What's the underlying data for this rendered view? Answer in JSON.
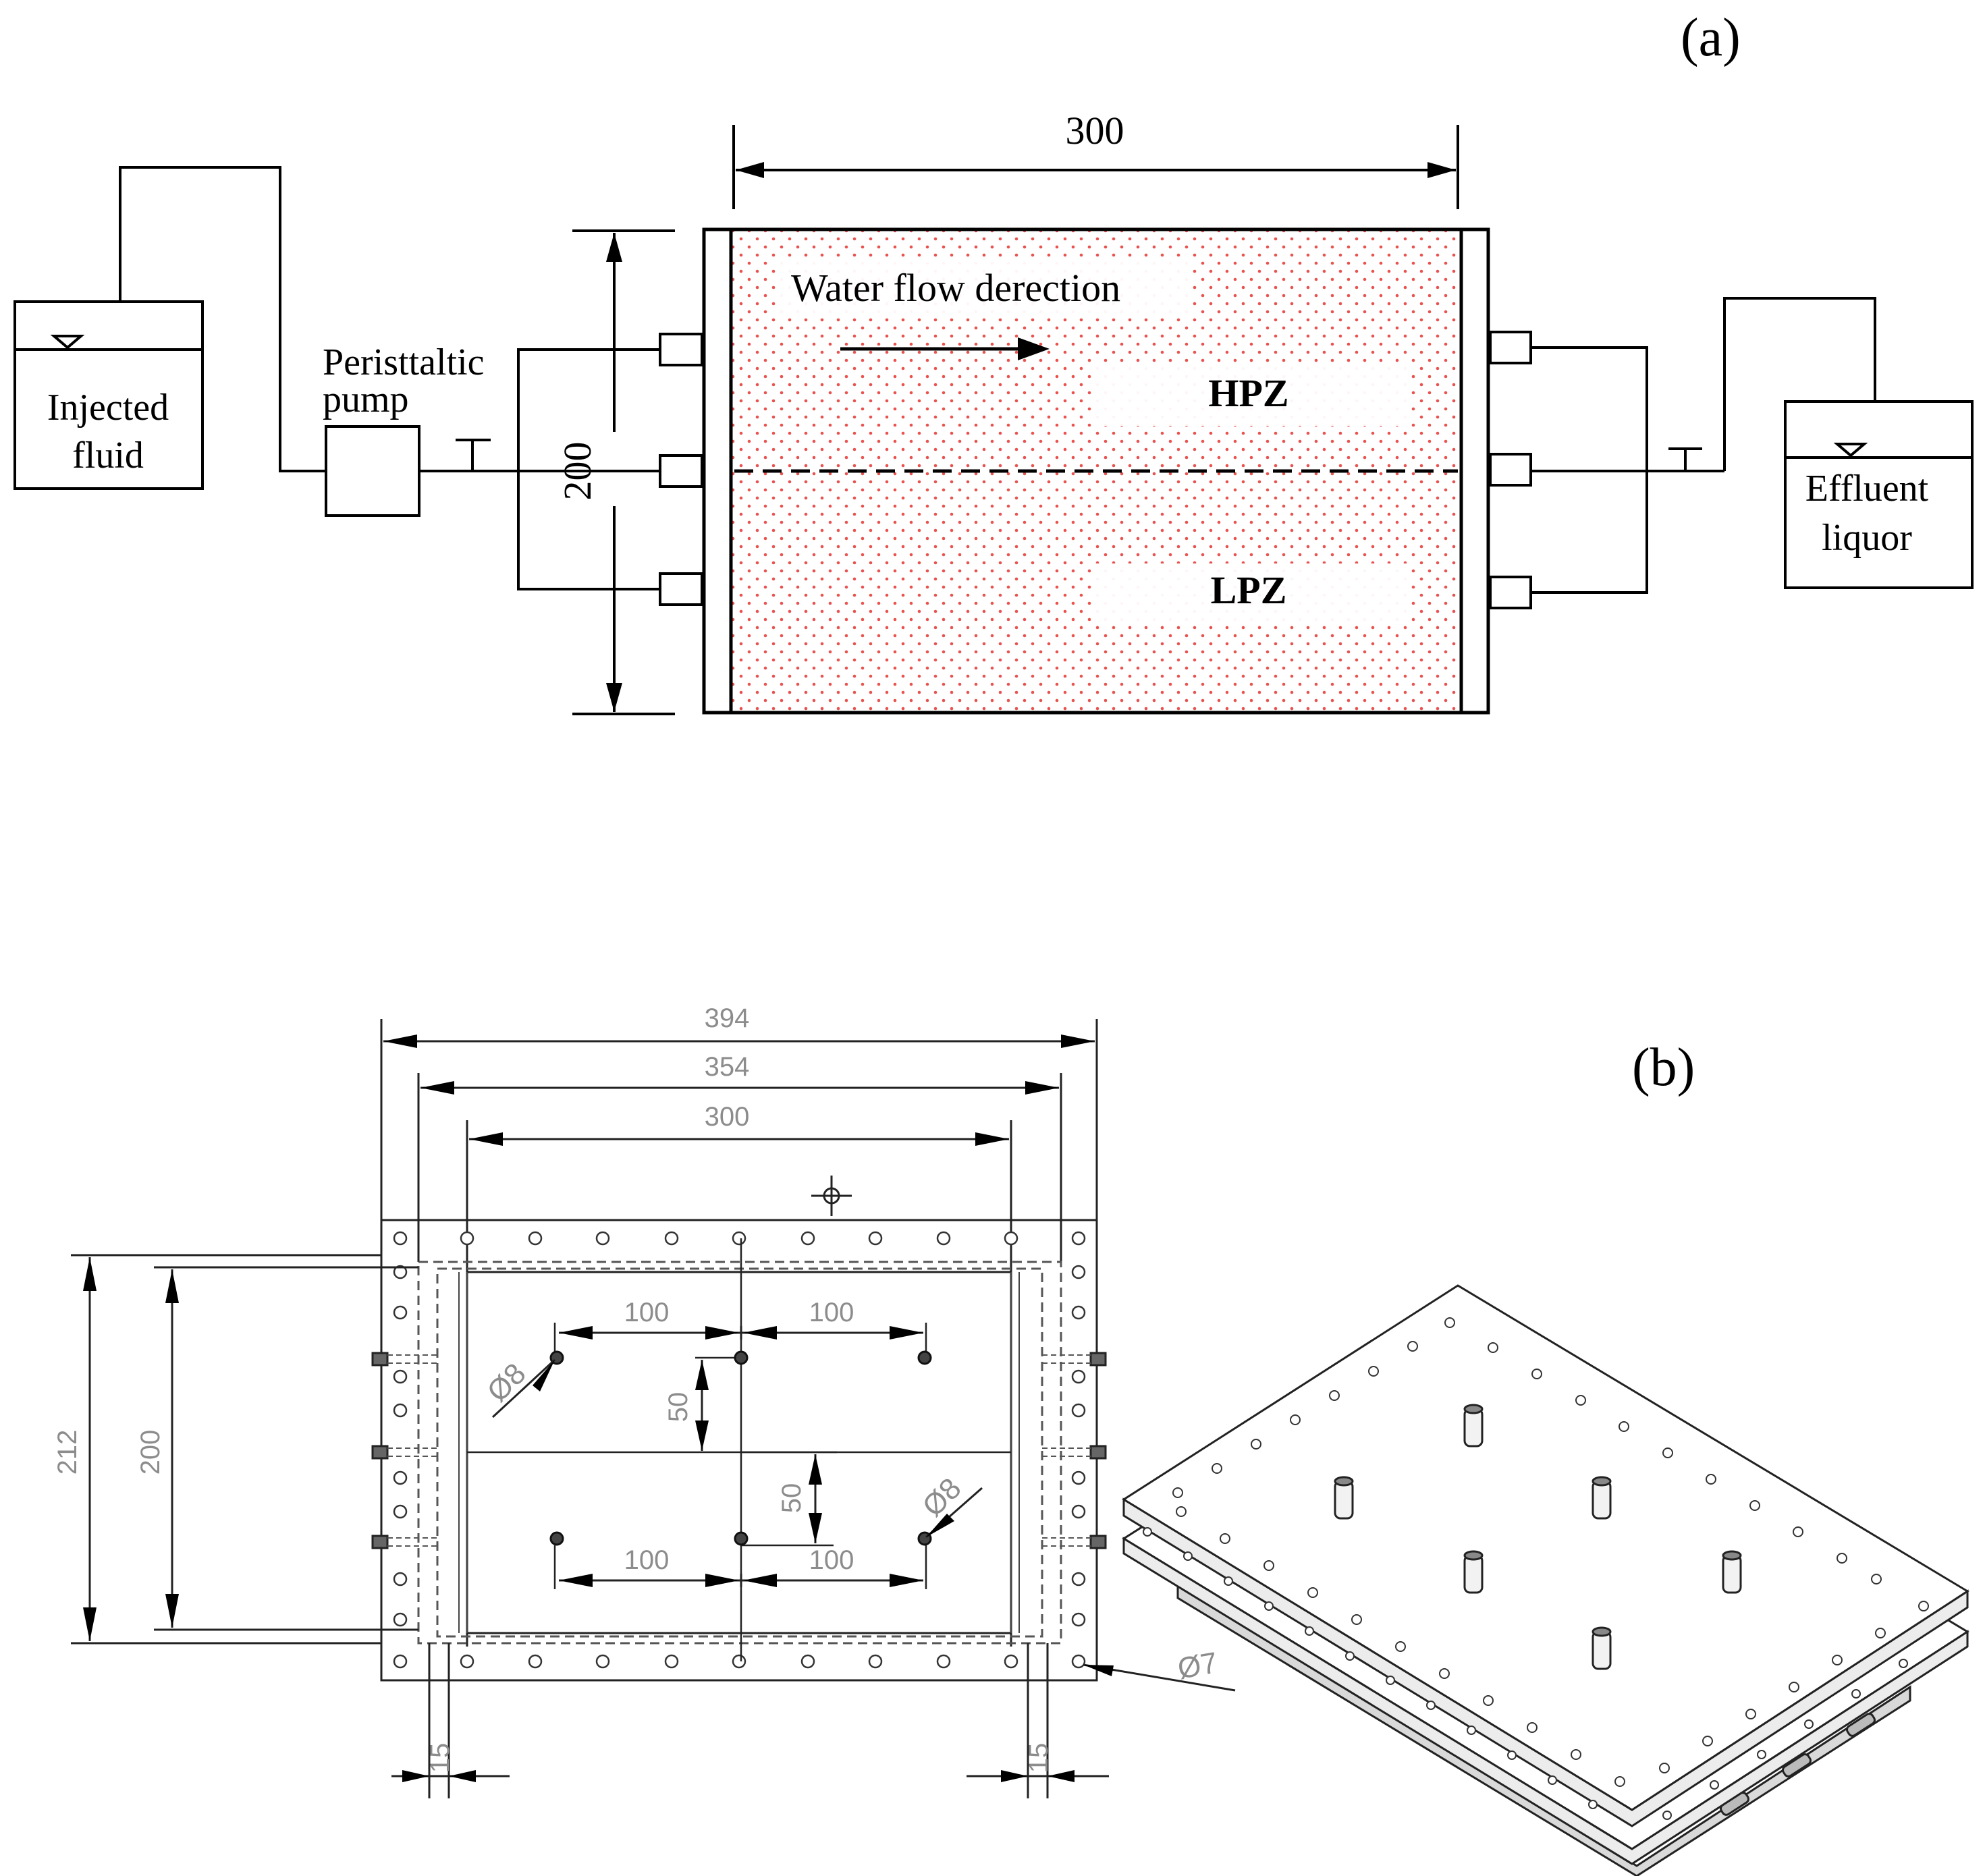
{
  "panel_a": {
    "panel_label": "(a)",
    "dim_length": "300",
    "dim_height": "200",
    "flow_label": "Water flow derection",
    "zone_top": "HPZ",
    "zone_bottom": "LPZ",
    "injected_line1": "Injected",
    "injected_line2": "fluid",
    "pump_line1": "Peristtaltic",
    "pump_line2": "pump",
    "effluent_line1": "Effluent",
    "effluent_line2": "liquor",
    "colors": {
      "sand_dot": "#e8524f",
      "line": "#000000"
    }
  },
  "panel_b": {
    "panel_label": "(b)",
    "dim_394": "394",
    "dim_354": "354",
    "dim_300": "300",
    "dim_212": "212",
    "dim_200": "200",
    "dim_100": "100",
    "dim_50": "50",
    "dim_15": "15",
    "dia_8": "Ø8",
    "dia_7": "Ø7",
    "colors": {
      "dim_text": "#8c8c8c",
      "line": "#222222"
    }
  }
}
